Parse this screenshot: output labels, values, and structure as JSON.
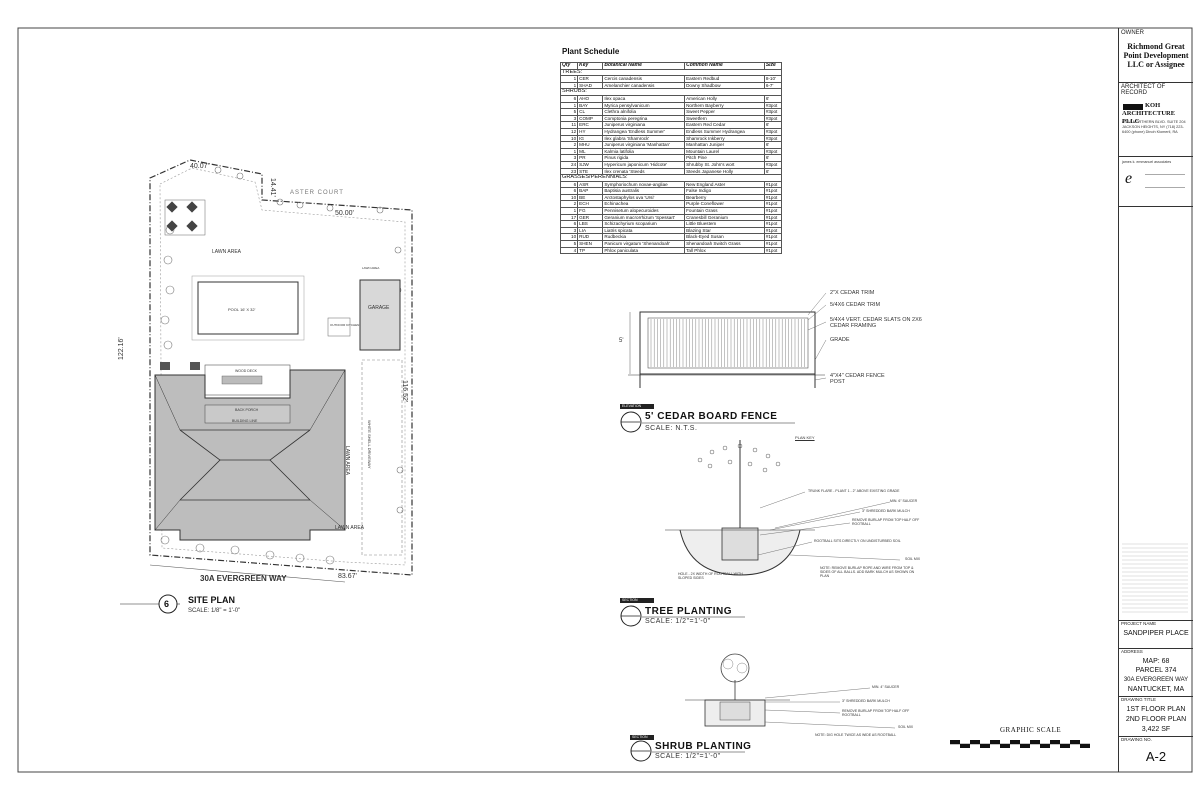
{
  "title_block": {
    "owner_header": "OWNER",
    "owner_name": "Richmond Great Point Development LLC or Assignee",
    "architect_header": "ARCHITECT OF RECORD",
    "firm_name": "KOH ARCHITECTURE PLLC",
    "firm_address": "87-15 NORTHERN BLVD. SUITE 204 JACKSON HEIGHTS, NY (718) 223-6400 (phone) Dinoh Klomeril, RA",
    "consultant_name": "james k. emmanuel associates",
    "project_name_header": "PROJECT NAME",
    "project_name": "SANDPIPER PLACE",
    "address_header": "ADDRESS",
    "address_lines": [
      "MAP: 68",
      "PARCEL 374",
      "30A EVERGREEN WAY",
      "NANTUCKET, MA"
    ],
    "drawing_title_header": "DRAWING TITLE",
    "drawing_title_lines": [
      "1ST FLOOR PLAN",
      "2ND FLOOR PLAN",
      "3,422 SF"
    ],
    "drawing_no_header": "DRAWING NO.",
    "drawing_no": "A-2"
  },
  "schedule": {
    "title": "Plant Schedule",
    "columns": [
      "Qty",
      "Key",
      "Botanical Name",
      "Common Name",
      "Size"
    ],
    "groups": [
      {
        "name": "TREES:",
        "rows": [
          [
            "1",
            "CER",
            "Cercis canadensis",
            "Eastern Redbud",
            "8-10'"
          ],
          [
            "1",
            "SHAD",
            "Amelanchier canadensis",
            "Downy Shadbow",
            "6-7'"
          ]
        ]
      },
      {
        "name": "SHRUBS:",
        "rows": [
          [
            "6",
            "AHO",
            "Ilex opaca",
            "American Holly",
            "6'"
          ],
          [
            "1",
            "BAY",
            "Myrica pensylvanicum",
            "Northern Bayberry",
            "#3pot"
          ],
          [
            "5",
            "CL",
            "Clethra alnifolia",
            "Sweet Pepper",
            "#3pot"
          ],
          [
            "3",
            "COMP",
            "Comptonia peregrina",
            "Sweetfern",
            "#3pot"
          ],
          [
            "11",
            "ERC",
            "Juniperus virginiana",
            "Eastern Red Cedar",
            "6'"
          ],
          [
            "12",
            "HY",
            "Hydrangea 'Endless Summer'",
            "Endless Summer Hydrangea",
            "#3pot"
          ],
          [
            "10",
            "IG",
            "Ilex glabra 'Shamrock'",
            "Shamrock Inkberry",
            "#3pot"
          ],
          [
            "2",
            "MHU",
            "Juniperus virginiana 'Manhattan'",
            "Manhattan Juniper",
            "6'"
          ],
          [
            "1",
            "ML",
            "Kalmia latifolia",
            "Mountain Laurel",
            "#3pot"
          ],
          [
            "3",
            "PR",
            "Pinus rigida",
            "Pitch Pine",
            "6'"
          ],
          [
            "24",
            "SJW",
            "Hypericum japonicum 'Hidcote'",
            "Shrubby St. John's wort",
            "#3pot"
          ],
          [
            "23",
            "STE",
            "Ilex crenata 'Steeds",
            "Steeds Japanese Holly",
            "6'"
          ]
        ]
      },
      {
        "name": "GRASSES/PERENNIALS:",
        "rows": [
          [
            "6",
            "ASR",
            "Symphoriochum novae-angliae",
            "New England Aster",
            "#1pot"
          ],
          [
            "6",
            "BAP",
            "Baptisia australis",
            "False Indigo",
            "#1pot"
          ],
          [
            "10",
            "BE",
            "Arctostaphylos uva 'Ursi'",
            "Bearberry",
            "#1pot"
          ],
          [
            "2",
            "ECH",
            "Echinachea",
            "Purple Coneflower",
            "#1pot"
          ],
          [
            "1",
            "FG",
            "Pennisetum alopecuroides",
            "Fountain Grass",
            "#1pot"
          ],
          [
            "17",
            "GER",
            "Geranium macrorrhizum 'Spessart'",
            "Cranesbill Geranium",
            "#1pot"
          ],
          [
            "6",
            "LBS",
            "Schizachyrium scoparium",
            "Little Bluestem",
            "#1pot"
          ],
          [
            "3",
            "LIA",
            "Liatris spicata",
            "Blazing Star",
            "#1pot"
          ],
          [
            "10",
            "RUD",
            "Rudbeckia",
            "Black-Eyed Susan",
            "#1pot"
          ],
          [
            "5",
            "SHEN",
            "Panicum virgatum 'Shenandoah'",
            "Shenandoah Switch Grass",
            "#1pot"
          ],
          [
            "4",
            "TP",
            "Phlox paniculata",
            "Tall Phlox",
            "#1pot"
          ]
        ]
      }
    ]
  },
  "site_plan": {
    "title": "SITE PLAN",
    "scale": "SCALE: 1/8\" = 1'-0\"",
    "detail_no": "6",
    "street": "30A EVERGREEN WAY",
    "court": "ASTER COURT",
    "dims": [
      "40.07'",
      "50.00'",
      "122.16'",
      "116.52'",
      "83.67'",
      "14.41'"
    ],
    "labels": {
      "lawn1": "LAWN AREA",
      "lawn2": "LAWN AREA",
      "lawn3": "LAWN AREA",
      "pool": "POOL 16' X 32'",
      "garage": "GARAGE",
      "outdoor": "OUTDOOR KITCHEN",
      "lawn_small": "LAWN AREA",
      "driveway": "WHITE SHELL DRIVEWAY",
      "deck": "WOOD DECK",
      "porch": "BACK PORCH",
      "building": "BUILDING LINE"
    }
  },
  "fence_detail": {
    "tag": "ELEVATION",
    "title": "5' CEDAR BOARD FENCE",
    "scale": "SCALE: N.T.S.",
    "height": "5'",
    "notes": [
      "2\"X CEDAR TRIM",
      "5/4X6 CEDAR TRIM",
      "5/4X4 VERT. CEDAR SLATS ON 2X6 CEDAR FRAMING",
      "GRADE",
      "4\"X4\" CEDAR FENCE POST"
    ]
  },
  "tree_detail": {
    "tag": "SECTION",
    "title": "TREE PLANTING",
    "scale": "SCALE: 1/2\"=1'-0\"",
    "plan_key": "PLAN KEY",
    "notes": [
      "TRUNK FLARE - PLANT 1 - 2\" ABOVE EXISTING GRADE",
      "MIN. 6\" SAUCER",
      "3\" SHREDDED BARK MULCH",
      "REMOVE BURLAP FROM TOP HALF OFF ROOTBALL",
      "ROOTBALL SITS DIRECTLY ON UNDISTURBED SOIL",
      "SOIL MIX"
    ],
    "hole_note": "HOLE - 2X WIDTH OF ROOTBALL WITH SLOPED SIDES",
    "note": "NOTE: REMOVE BURLAP ROPE AND WIRE FROM TOP & SIDES OF ALL BALLS. ADD BARK MULCH AS SHOWN ON PLAN"
  },
  "shrub_detail": {
    "tag": "SECTION",
    "title": "SHRUB PLANTING",
    "scale": "SCALE: 1/2\"=1'-0\"",
    "notes": [
      "MIN. 4\" SAUCER",
      "3\" SHREDDED BARK MULCH",
      "REMOVE BURLAP FROM TOP HALF OFF ROOTBALL",
      "SOIL MIX",
      "NOTE: DIG HOLE TWICE AS WIDE AS ROOTBALL"
    ]
  },
  "graphic_scale": {
    "title": "GRAPHIC SCALE"
  }
}
